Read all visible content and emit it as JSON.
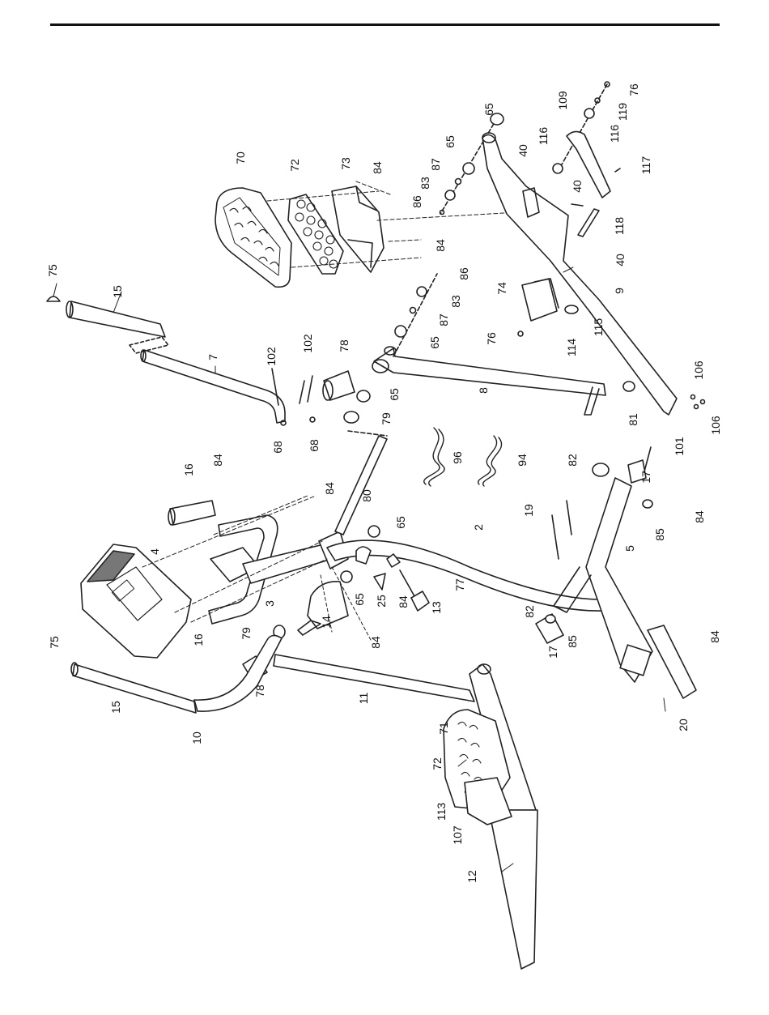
{
  "diagram": {
    "labels": {
      "l75a": "75",
      "l15a": "15",
      "l7": "7",
      "l102a": "102",
      "l102b": "102",
      "l78a": "78",
      "l68a": "68",
      "l68b": "68",
      "l70": "70",
      "l72a": "72",
      "l73": "73",
      "l84a": "84",
      "l84b": "84",
      "l86a": "86",
      "l83a": "83",
      "l87a": "87",
      "l65a": "65",
      "l65b": "65",
      "l116a": "116",
      "l40a": "40",
      "l40b": "40",
      "l40c": "40",
      "l109": "109",
      "l119": "119",
      "l76a": "76",
      "l116b": "116",
      "l117": "117",
      "l118": "118",
      "l9": "9",
      "l86b": "86",
      "l83b": "83",
      "l87b": "87",
      "l65c": "65",
      "l65d": "65",
      "l79a": "79",
      "l8": "8",
      "l81": "81",
      "l106a": "106",
      "l106b": "106",
      "l74": "74",
      "l76b": "76",
      "l114": "114",
      "l115": "115",
      "l16a": "16",
      "l84c": "84",
      "l84d": "84",
      "l4": "4",
      "l3": "3",
      "l16b": "16",
      "l80": "80",
      "l96": "96",
      "l94": "94",
      "l65e": "65",
      "l65f": "65",
      "l2": "2",
      "l25": "25",
      "l84e": "84",
      "l77": "77",
      "l13": "13",
      "l14": "14",
      "l84f": "84",
      "l79b": "79",
      "l78b": "78",
      "l75b": "75",
      "l15b": "15",
      "l10": "10",
      "l11": "11",
      "l19": "19",
      "l82a": "82",
      "l17a": "17",
      "l101": "101",
      "l5": "5",
      "l85a": "85",
      "l84g": "84",
      "l82b": "82",
      "l85b": "85",
      "l17b": "17",
      "l84h": "84",
      "l20": "20",
      "l71": "71",
      "l72b": "72",
      "l113": "113",
      "l107": "107",
      "l12": "12"
    }
  }
}
